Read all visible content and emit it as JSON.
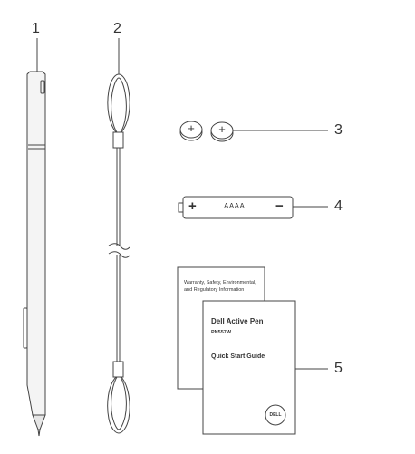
{
  "callouts": {
    "pen": "1",
    "tether": "2",
    "coin_batteries": "3",
    "aaaa_battery": "4",
    "documents": "5"
  },
  "battery": {
    "plus": "+",
    "minus": "−",
    "type": "AAAA"
  },
  "coin_cell": {
    "plus": "+"
  },
  "warranty_doc": {
    "line1": "Warranty, Safety, Environmental,",
    "line2": "and Regulatory Information"
  },
  "guide_doc": {
    "title": "Dell Active Pen",
    "model": "PN557W",
    "subtitle": "Quick Start Guide",
    "logo": "DELL"
  },
  "colors": {
    "stroke": "#444444",
    "pen_fill": "#f4f4f4",
    "paper": "#ffffff"
  }
}
